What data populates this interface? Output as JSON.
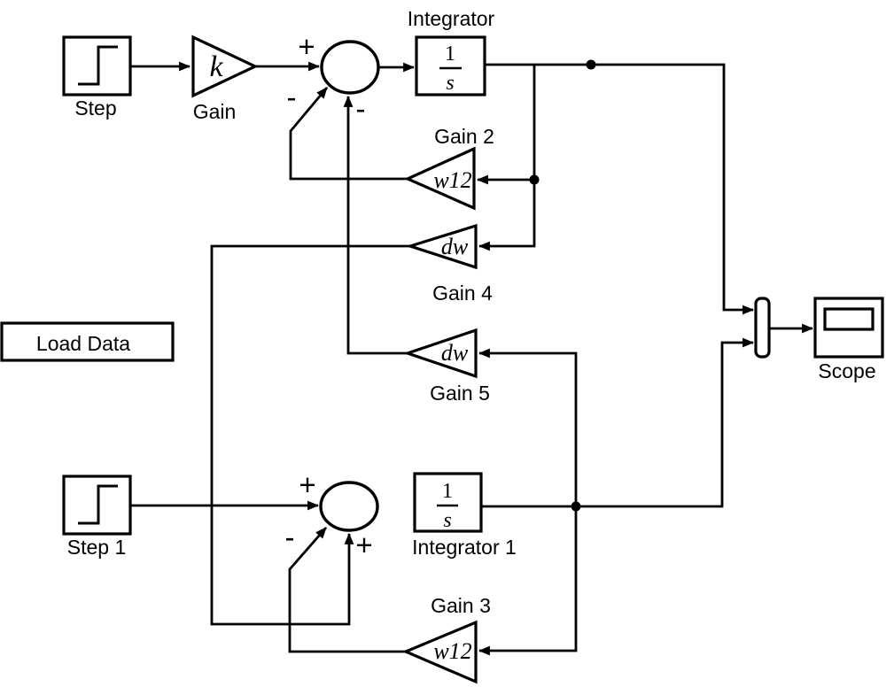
{
  "diagram": {
    "kind": "simulink-block-diagram",
    "colors": {
      "line": "#000000",
      "background": "#ffffff"
    },
    "blocks": {
      "step": {
        "label": "Step"
      },
      "gain": {
        "label": "Gain",
        "value": "k"
      },
      "sum_top": {
        "plus": "+",
        "minus_diag": "-",
        "minus_vert": "-"
      },
      "integrator": {
        "label": "Integrator",
        "numerator": "1",
        "denominator": "s"
      },
      "gain2": {
        "label": "Gain 2",
        "value": "w12"
      },
      "gain4": {
        "label": "Gain 4",
        "value": "dw"
      },
      "gain5": {
        "label": "Gain 5",
        "value": "dw"
      },
      "load_data": {
        "label": "Load Data"
      },
      "mux": {
        "label": ""
      },
      "scope": {
        "label": "Scope"
      },
      "step1": {
        "label": "Step 1"
      },
      "sum_bottom": {
        "plus_top": "+",
        "minus_diag": "-",
        "plus_vert": "+"
      },
      "integrator1": {
        "label": "Integrator 1",
        "numerator": "1",
        "denominator": "s"
      },
      "gain3": {
        "label": "Gain 3",
        "value": "w12"
      }
    }
  }
}
